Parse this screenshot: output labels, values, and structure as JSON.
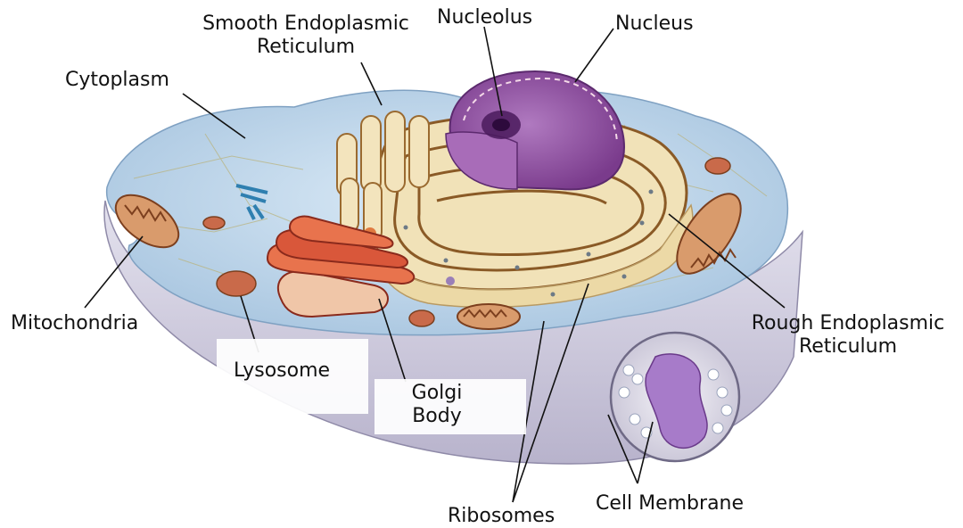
{
  "labels": {
    "smooth_er_line1": "Smooth Endoplasmic",
    "smooth_er_line2": "Reticulum",
    "nucleolus": "Nucleolus",
    "nucleus": "Nucleus",
    "cytoplasm": "Cytoplasm",
    "mitochondria": "Mitochondria",
    "lysosome": "Lysosome",
    "golgi_line1": "Golgi",
    "golgi_line2": "Body",
    "rough_er_line1": "Rough Endoplasmic",
    "rough_er_line2": "Reticulum",
    "ribosomes": "Ribosomes",
    "cell_membrane": "Cell Membrane"
  },
  "colors": {
    "cytoplasm": "#c9def0",
    "cell_base": "#dcd9ea",
    "nucleus": "#8e4c9e",
    "nucleolus": "#4a1a5c",
    "er": "#f1e2b8",
    "er_line": "#8a5a26",
    "golgi": "#d9573a",
    "mitochondria": "#b06a3c",
    "membrane_inset": "#a77bc9"
  }
}
